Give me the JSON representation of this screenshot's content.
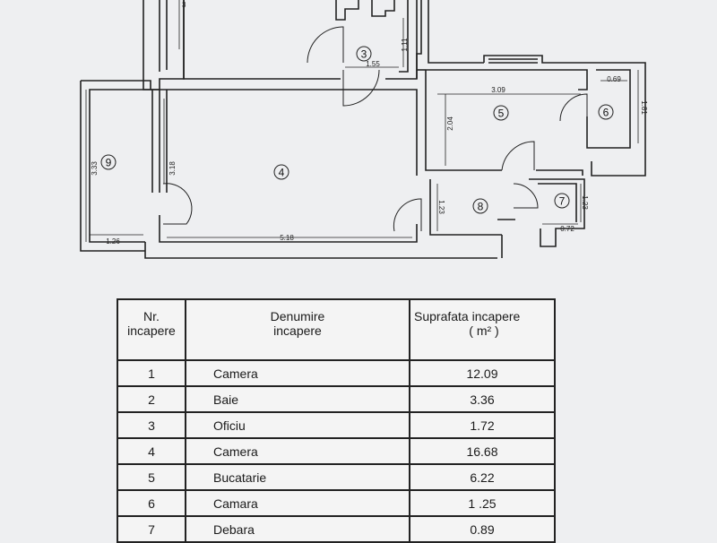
{
  "floorplan": {
    "rooms": [
      {
        "id": "3",
        "label": "3"
      },
      {
        "id": "4",
        "label": "4"
      },
      {
        "id": "5",
        "label": "5"
      },
      {
        "id": "6",
        "label": "6"
      },
      {
        "id": "7",
        "label": "7"
      },
      {
        "id": "8",
        "label": "8"
      },
      {
        "id": "9",
        "label": "9"
      }
    ],
    "dimensions": {
      "top_partial": "3",
      "oficiu_h": "1.11",
      "oficiu_w": "1.55",
      "kitchen_w": "3.09",
      "kitchen_h": "2.04",
      "pantry_w": "0.69",
      "pantry_h": "1.81",
      "hall_h": "1.23",
      "debara_h": "1.23",
      "debara_w": "0.72",
      "balcony_h": "3.33",
      "balcony_w": "1.26",
      "room4_h": "3.18",
      "room4_w": "5.18"
    }
  },
  "table": {
    "headers": {
      "nr_line1": "Nr.",
      "nr_line2": "incapere",
      "name_line1": "Denumire",
      "name_line2": "incapere",
      "area_line1": "Suprafata incapere",
      "area_line2": "( m² )"
    },
    "rows": [
      {
        "nr": "1",
        "name": "Camera",
        "area": "12.09"
      },
      {
        "nr": "2",
        "name": "Baie",
        "area": "3.36"
      },
      {
        "nr": "3",
        "name": "Oficiu",
        "area": "1.72"
      },
      {
        "nr": "4",
        "name": "Camera",
        "area": "16.68"
      },
      {
        "nr": "5",
        "name": "Bucatarie",
        "area": "6.22"
      },
      {
        "nr": "6",
        "name": "Camara",
        "area": "1 .25"
      },
      {
        "nr": "7",
        "name": "Debara",
        "area": "0.89"
      }
    ]
  }
}
